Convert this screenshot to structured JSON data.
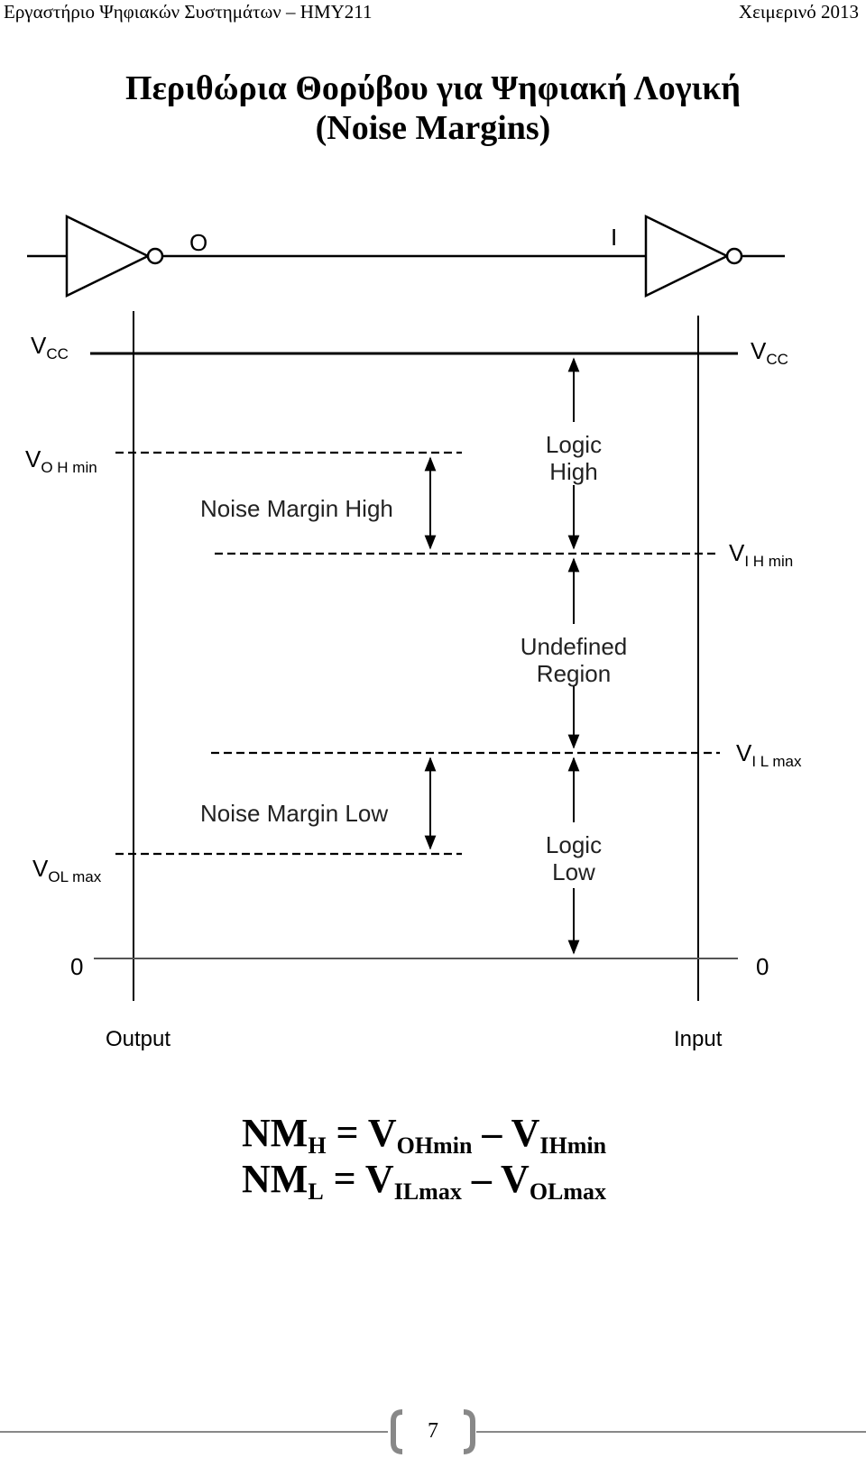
{
  "header": {
    "left": "Εργαστήριο Ψηφιακών Συστημάτων – ΗΜΥ211",
    "right": "Χειμερινό 2013"
  },
  "title": {
    "line1": "Περιθώρια Θορύβου για Ψηφιακή Λογική",
    "line2": "(Noise Margins)"
  },
  "diagram": {
    "gate_output_label": "O",
    "gate_input_label": "I",
    "levels": {
      "vcc_left": "V",
      "vcc_left_sub": "CC",
      "vcc_right": "V",
      "vcc_right_sub": "CC",
      "voh": "V",
      "voh_sub": "O H min",
      "vih": "V",
      "vih_sub": "I H min",
      "vil": "V",
      "vil_sub": "I L max",
      "vol": "V",
      "vol_sub": "OL  max",
      "zero_left": "0",
      "zero_right": "0"
    },
    "regions": {
      "noise_margin_high": "Noise Margin High",
      "noise_margin_low": "Noise Margin Low",
      "logic_high_1": "Logic",
      "logic_high_2": "High",
      "undefined_1": "Undefined",
      "undefined_2": "Region",
      "logic_low_1": "Logic",
      "logic_low_2": "Low"
    },
    "axis_labels": {
      "output": "Output",
      "input": "Input"
    }
  },
  "formulas": {
    "nmh": {
      "lhs": "NM",
      "lhs_sub": "H",
      "eq": " = V",
      "a_sub": "OHmin",
      "minus": " – V",
      "b_sub": "IHmin"
    },
    "nml": {
      "lhs": "NM",
      "lhs_sub": "L",
      "eq": " = V",
      "a_sub": "ILmax",
      "minus": " – V",
      "b_sub": "OLmax"
    }
  },
  "footer": {
    "page_number": "7"
  }
}
